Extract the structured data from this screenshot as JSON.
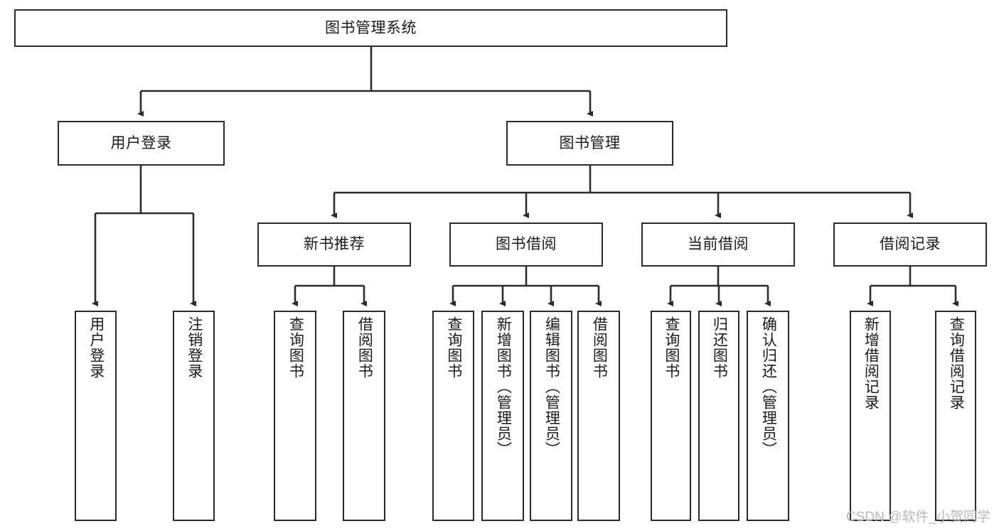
{
  "diagram": {
    "title": "图书管理系统",
    "type": "tree-hierarchy-chart",
    "orientation": "top-down",
    "colors": {
      "box_border": "#2b2b2b",
      "box_fill": "#ffffff",
      "edge": "#2b2b2b",
      "text": "#1a1a1a",
      "watermark": "#b8b8b8",
      "background": "#ffffff"
    }
  },
  "watermark": {
    "text": "CSDN @软件_小贺同学"
  },
  "nodes": {
    "root": {
      "label": "图书管理系统"
    },
    "level2": [
      {
        "id": "user-login",
        "label": "用户登录"
      },
      {
        "id": "book-management",
        "label": "图书管理"
      }
    ],
    "level3": [
      {
        "id": "new-book-recommend",
        "label": "新书推荐"
      },
      {
        "id": "book-borrow",
        "label": "图书借阅"
      },
      {
        "id": "current-borrow",
        "label": "当前借阅"
      },
      {
        "id": "borrow-record",
        "label": "借阅记录"
      }
    ],
    "leaves": {
      "user_login": [
        {
          "id": "leaf-user-login",
          "label": "用户登录"
        },
        {
          "id": "leaf-logout-login",
          "label": "注销登录"
        }
      ],
      "new_book_recommend": [
        {
          "id": "leaf-query-book-1",
          "label": "查询图书"
        },
        {
          "id": "leaf-borrow-book-1",
          "label": "借阅图书"
        }
      ],
      "book_borrow": [
        {
          "id": "leaf-query-book-2",
          "label": "查询图书"
        },
        {
          "id": "leaf-add-book-admin",
          "label": "新增图书（管理员）"
        },
        {
          "id": "leaf-edit-book-admin",
          "label": "编辑图书（管理员）"
        },
        {
          "id": "leaf-borrow-book-2",
          "label": "借阅图书"
        }
      ],
      "current_borrow": [
        {
          "id": "leaf-query-book-3",
          "label": "查询图书"
        },
        {
          "id": "leaf-return-book",
          "label": "归还图书"
        },
        {
          "id": "leaf-confirm-return-admin",
          "label": "确认归还（管理员）"
        }
      ],
      "borrow_record": [
        {
          "id": "leaf-add-borrow-record",
          "label": "新增借阅记录"
        },
        {
          "id": "leaf-query-borrow-record",
          "label": "查询借阅记录"
        }
      ]
    }
  }
}
